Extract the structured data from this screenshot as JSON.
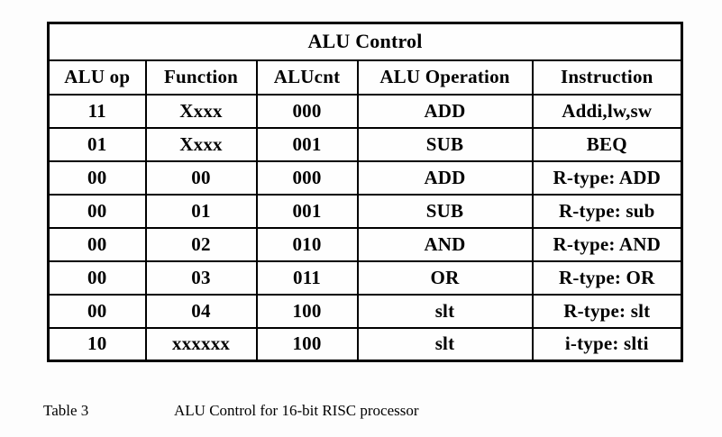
{
  "table": {
    "title": "ALU Control",
    "columns": [
      "ALU op",
      "Function",
      "ALUcnt",
      "ALU Operation",
      "Instruction"
    ],
    "rows": [
      [
        "11",
        "Xxxx",
        "000",
        "ADD",
        "Addi,lw,sw"
      ],
      [
        "01",
        "Xxxx",
        "001",
        "SUB",
        "BEQ"
      ],
      [
        "00",
        "00",
        "000",
        "ADD",
        "R-type: ADD"
      ],
      [
        "00",
        "01",
        "001",
        "SUB",
        "R-type: sub"
      ],
      [
        "00",
        "02",
        "010",
        "AND",
        "R-type: AND"
      ],
      [
        "00",
        "03",
        "011",
        "OR",
        "R-type: OR"
      ],
      [
        "00",
        "04",
        "100",
        "slt",
        "R-type: slt"
      ],
      [
        "10",
        "xxxxxx",
        "100",
        "slt",
        "i-type: slti"
      ]
    ]
  },
  "caption": {
    "label": "Table 3",
    "text": "ALU Control for 16-bit RISC processor"
  },
  "colors": {
    "border": "#000000",
    "text": "#000000",
    "background": "#fdfdfd"
  }
}
